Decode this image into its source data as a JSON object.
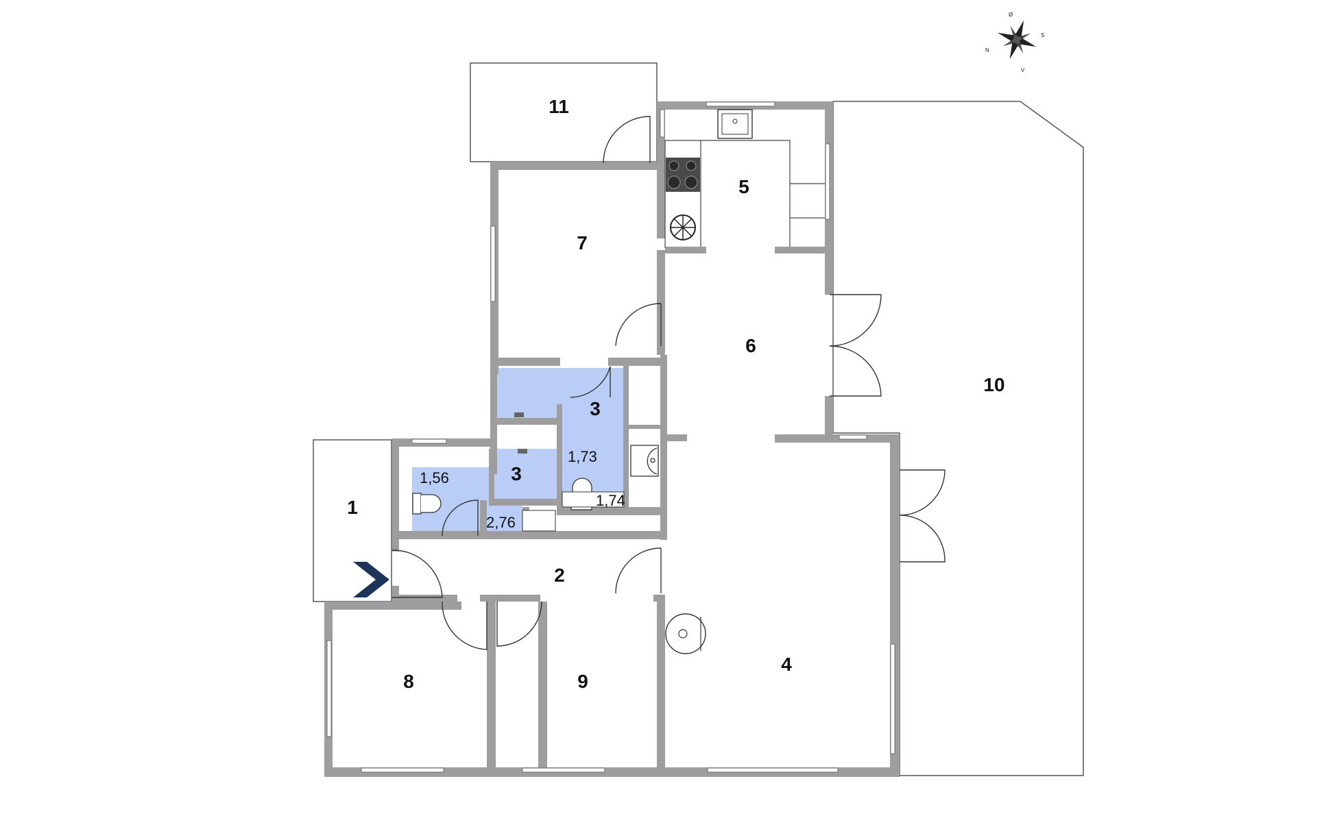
{
  "colors": {
    "wall": "#9e9e9e",
    "wall_edge": "#6b6b6b",
    "bath": "#b9cdf7",
    "entry_arrow": "#1b3459",
    "outline": "#555555"
  },
  "icons": [
    "compass-rose-icon",
    "entry-arrow-icon",
    "sink-icon",
    "cooktop-icon",
    "fan-icon",
    "toilet-icon",
    "washbasin-icon",
    "heater-icon",
    "door-swing-icon"
  ],
  "compass": {
    "n": "N",
    "s": "S",
    "v": "V",
    "o": "Ø"
  },
  "rooms": {
    "r1": "1",
    "r2": "2",
    "r3a": "3",
    "r3b": "3",
    "r4": "4",
    "r5": "5",
    "r6": "6",
    "r7": "7",
    "r8": "8",
    "r9": "9",
    "r10": "10",
    "r11": "11"
  },
  "areas": {
    "a156": "1,56",
    "a173": "1,73",
    "a174": "1,74",
    "a276": "2,76"
  }
}
